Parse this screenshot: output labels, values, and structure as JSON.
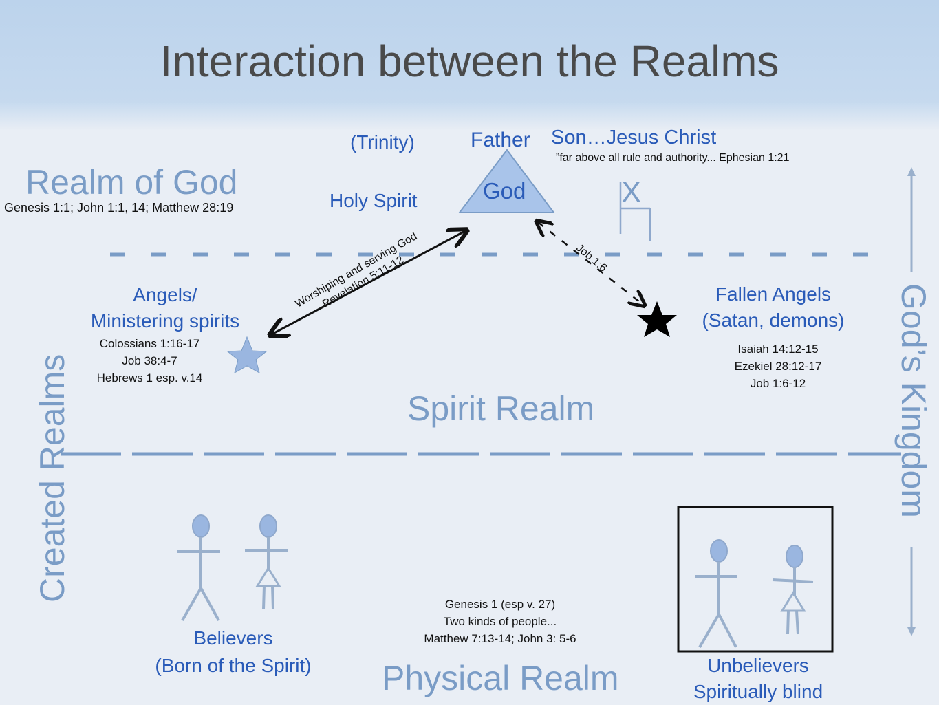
{
  "title": "Interaction between the Realms",
  "realm_of_god": {
    "label": "Realm of God",
    "refs": "Genesis 1:1; John 1:1, 14; Matthew 28:19"
  },
  "trinity": {
    "label": "(Trinity)",
    "father": "Father",
    "god": "God",
    "holy_spirit": "Holy Spirit",
    "son": "Son…Jesus Christ",
    "son_ref": "”far above all rule and authority... Ephesian 1:21",
    "cross": "X"
  },
  "spirit_realm": {
    "label": "Spirit Realm",
    "angels": {
      "line1": "Angels/",
      "line2": "Ministering spirits",
      "refs": [
        "Colossians 1:16-17",
        "Job 38:4-7",
        "Hebrews 1 esp. v.14"
      ]
    },
    "worship_arrow": {
      "line1": "Worshiping and serving God",
      "line2": "Revelation 5:11-12"
    },
    "job_arrow": "Job 1:6",
    "fallen": {
      "line1": "Fallen Angels",
      "line2": "(Satan, demons)",
      "refs": [
        "Isaiah 14:12-15",
        "Ezekiel 28:12-17",
        "Job 1:6-12"
      ]
    }
  },
  "physical_realm": {
    "label": "Physical Realm",
    "refs": [
      "Genesis 1 (esp v. 27)",
      "Two kinds of people...",
      "Matthew 7:13-14; John 3: 5-6"
    ],
    "believers": {
      "line1": "Believers",
      "line2": "(Born of the Spirit)"
    },
    "unbelievers": {
      "line1": "Unbelievers",
      "line2": "Spiritually blind"
    }
  },
  "created_realms": "Created Realms",
  "gods_kingdom": "God’s Kingdom",
  "colors": {
    "accent_light": "#7a9cc6",
    "accent_dark": "#2a5bb8",
    "figure_fill": "#9ab6e0",
    "triangle_fill": "#a9c4ea"
  }
}
